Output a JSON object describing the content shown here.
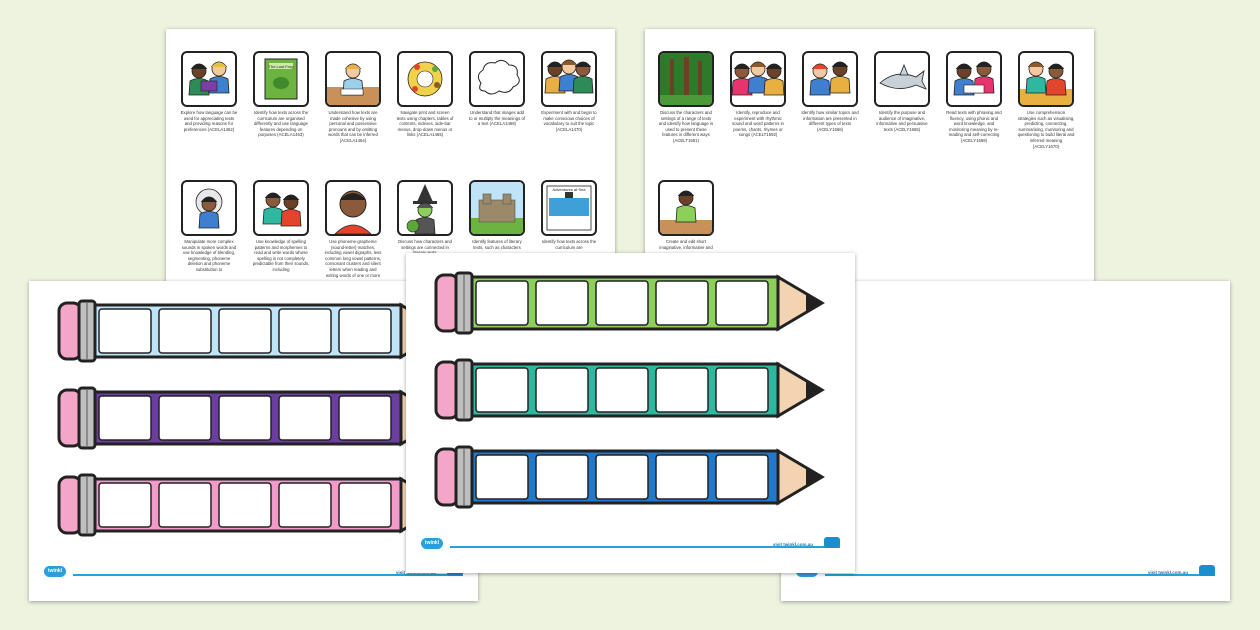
{
  "left_sheet": {
    "row1": [
      {
        "icon": "teacher-and-boy-reading-icon",
        "text": "Explore how language can be used for appreciating texts and providing reasons for preferences (ACELA1462)"
      },
      {
        "icon": "book-cover-icon",
        "text": "Identify how texts across the curriculum are organised differently and use language features depending on purposes (ACELA1463)"
      },
      {
        "icon": "girl-at-desk-icon",
        "text": "Understand how texts are made cohesive by using personal and possessive pronouns and by omitting words that can be inferred (ACELA1464)"
      },
      {
        "icon": "food-wheel-icon",
        "text": "Navigate print and screen texts using chapters, tables of contents, indexes, side-bar menus, drop-down menus or links (ACELA1465)"
      },
      {
        "icon": "thought-cloud-icon",
        "text": "Understand that images add to or multiply the meanings of a text (ACELA1469)"
      },
      {
        "icon": "group-of-children-icon",
        "text": "Experiment with and begin to make conscious choices of vocabulary to suit the topic (ACELA1470)"
      }
    ],
    "row2": [
      {
        "icon": "woman-in-bonnet-icon",
        "text": "Manipulate more complex sounds in spoken words and use knowledge of blending, segmenting, phoneme deletion and phoneme substitution to"
      },
      {
        "icon": "children-writing-icon",
        "text": "Use knowledge of spelling patterns and morphemes to read and write words whose spelling is not completely predictable from their sounds, including"
      },
      {
        "icon": "boy-portrait-icon",
        "text": "Use phoneme-grapheme (sound-letter) matches, including vowel digraphs, less common long vowel patterns, consonant clusters and silent letters when reading and writing words of one or more"
      },
      {
        "icon": "witch-icon",
        "text": "Discuss how characters and settings are connected in literary texts"
      },
      {
        "icon": "castle-icon",
        "text": "Identify features of literary texts, such as characters"
      },
      {
        "icon": "adventure-book-icon",
        "text": "Identify how texts across the curriculum are"
      }
    ],
    "book_title": "The Lost Frog",
    "adventure_title": "Adventures at Sea"
  },
  "right_sheet": {
    "row1": [
      {
        "icon": "forest-icon",
        "text": "Discuss the characters and settings of a range of texts and identify how language is used to present these features in different ways (ACELT1591)"
      },
      {
        "icon": "family-group-icon",
        "text": "Identify, reproduce and experiment with rhythmic sound and word patterns in poems, chants, rhymes or songs (ACELT1592)"
      },
      {
        "icon": "two-children-talking-icon",
        "text": "Identify how similar topics and information are presented in different types of texts (ACELY1666)"
      },
      {
        "icon": "shark-icon",
        "text": "Identify the purpose and audience of imaginative, informative and persuasive texts (ACELY1665)"
      },
      {
        "icon": "reading-together-icon",
        "text": "Read texts with phrasing and fluency, using phonic and word knowledge, and monitoring meaning by re-reading and self-correcting (ACELY1669)"
      },
      {
        "icon": "children-at-table-icon",
        "text": "Use comprehension strategies such as visualising, predicting, connecting, summarising, monitoring and questioning to build literal and inferred meaning (ACELY1670)"
      }
    ],
    "row2": [
      {
        "icon": "girl-writing-icon",
        "text": "Create and edit short imaginative, informative and"
      }
    ]
  },
  "pencil_sheets": [
    {
      "pencils": [
        {
          "color": "#bfe3f7"
        },
        {
          "color": "#6b3fa0"
        },
        {
          "color": "#f19bc9"
        }
      ]
    },
    {
      "pencils": [
        {
          "color": "#8ccf5a"
        },
        {
          "color": "#2fb8a0"
        },
        {
          "color": "#2179cc"
        }
      ]
    },
    {
      "pencils": [
        {
          "color": "#e8336e"
        },
        {
          "color": "#f08a2a"
        },
        {
          "color": "#f7c23b"
        }
      ]
    }
  ],
  "footer": {
    "logo": "twinkl",
    "url": "visit twinkl.com.au"
  }
}
